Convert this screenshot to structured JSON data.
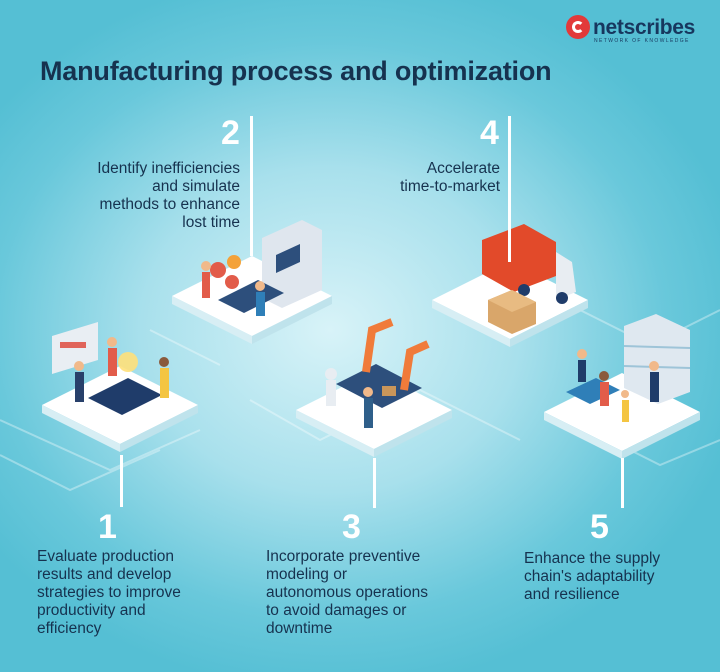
{
  "brand": {
    "name": "netscribes",
    "tagline": "NETWORK OF KNOWLEDGE"
  },
  "title": "Manufacturing process and optimization",
  "steps": [
    {
      "number": "1",
      "lines": [
        "Evaluate production",
        "results and develop",
        "strategies to improve",
        "productivity and",
        "efficiency"
      ]
    },
    {
      "number": "2",
      "lines": [
        "Identify inefficiencies",
        "and simulate",
        "methods to enhance",
        "lost time"
      ]
    },
    {
      "number": "3",
      "lines": [
        "Incorporate preventive",
        "modeling or",
        "autonomous operations",
        "to avoid damages or",
        "downtime"
      ]
    },
    {
      "number": "4",
      "lines": [
        "Accelerate",
        "time-to-market"
      ]
    },
    {
      "number": "5",
      "lines": [
        "Enhance the supply",
        "chain's adaptability",
        "and resilience"
      ]
    }
  ],
  "colors": {
    "title": "#16324f",
    "accent": "#e23a3a",
    "background": "#5fc4d8",
    "platform": "#ffffff"
  }
}
